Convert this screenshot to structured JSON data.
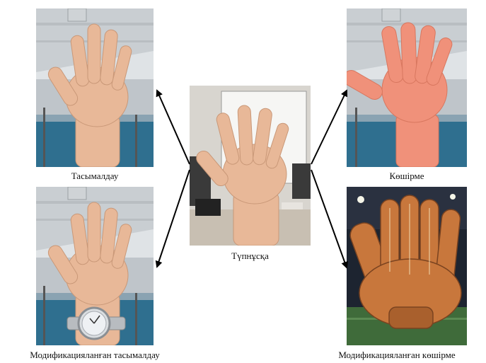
{
  "captions": {
    "top_left": "Тасымалдау",
    "bottom_left": "Модификацияланған тасымалдау",
    "center": "Түпнұсқа",
    "top_right": "Көшірме",
    "bottom_right": "Модификацияланған көшірме"
  },
  "colors": {
    "skin": "#e8b898",
    "skin_shade": "#d49b7b",
    "virtual_hand": "#f0917a",
    "glove": "#c8773c",
    "lab_wall": "#dfe3e6",
    "lab_blue": "#2f6f8f",
    "arrow": "#000000"
  }
}
